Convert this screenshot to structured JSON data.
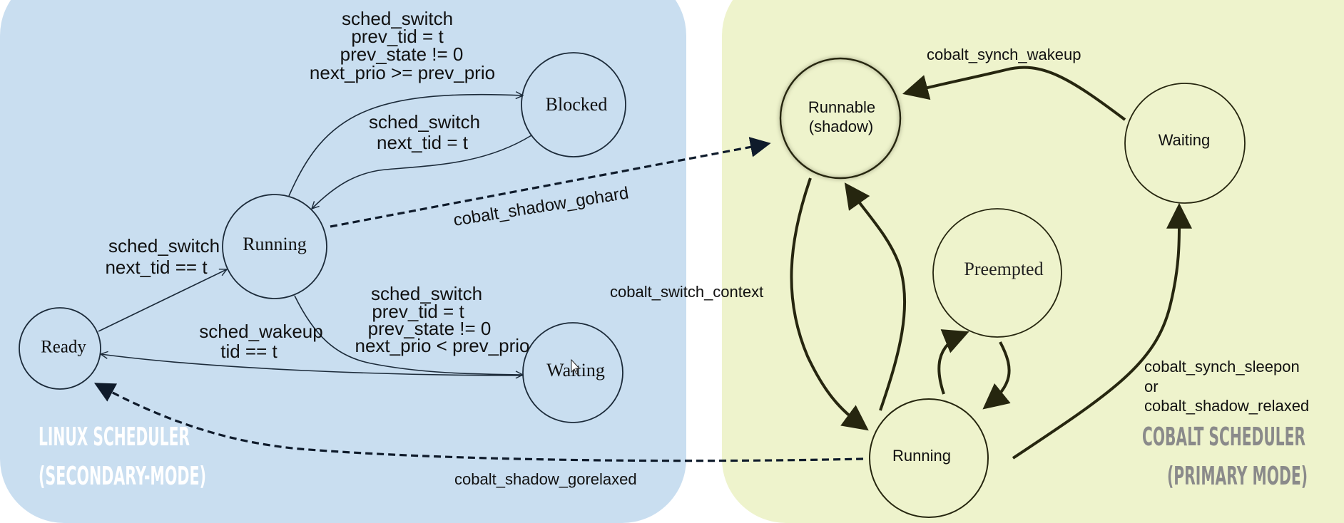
{
  "colors": {
    "linux_panel": "#c9def0",
    "cobalt_panel": "#eef3cc",
    "line": "#1c2b3a",
    "cobalt_line": "#26260f"
  },
  "linux": {
    "title_line1": "LINUX SCHEDULER",
    "title_line2": "(SECONDARY-MODE)",
    "states": {
      "blocked": "Blocked",
      "running": "Running",
      "ready": "Ready",
      "waiting": "Waiting"
    },
    "edges": {
      "running_to_blocked": [
        "sched_switch",
        "prev_tid = t",
        "prev_state != 0",
        "next_prio >= prev_prio"
      ],
      "blocked_to_running": [
        "sched_switch",
        "next_tid = t"
      ],
      "ready_to_running": [
        "sched_switch",
        "next_tid == t"
      ],
      "running_to_waiting": [
        "sched_switch",
        "prev_tid = t",
        "prev_state != 0",
        "next_prio < prev_prio"
      ],
      "waiting_to_ready": [
        "sched_wakeup",
        "tid == t"
      ]
    }
  },
  "cobalt": {
    "title_line1": "COBALT SCHEDULER",
    "title_line2": "(PRIMARY MODE)",
    "states": {
      "runnable_line1": "Runnable",
      "runnable_line2": "(shadow)",
      "waiting": "Waiting",
      "preempted": "Preempted",
      "running": "Running"
    },
    "edges": {
      "waiting_to_runnable": "cobalt_synch_wakeup",
      "switch_context": "cobalt_switch_context",
      "running_to_waiting": [
        "cobalt_synch_sleepon",
        "or",
        "cobalt_shadow_relaxed"
      ]
    }
  },
  "cross_edges": {
    "gohard": "cobalt_shadow_gohard",
    "gorelaxed": "cobalt_shadow_gorelaxed"
  }
}
